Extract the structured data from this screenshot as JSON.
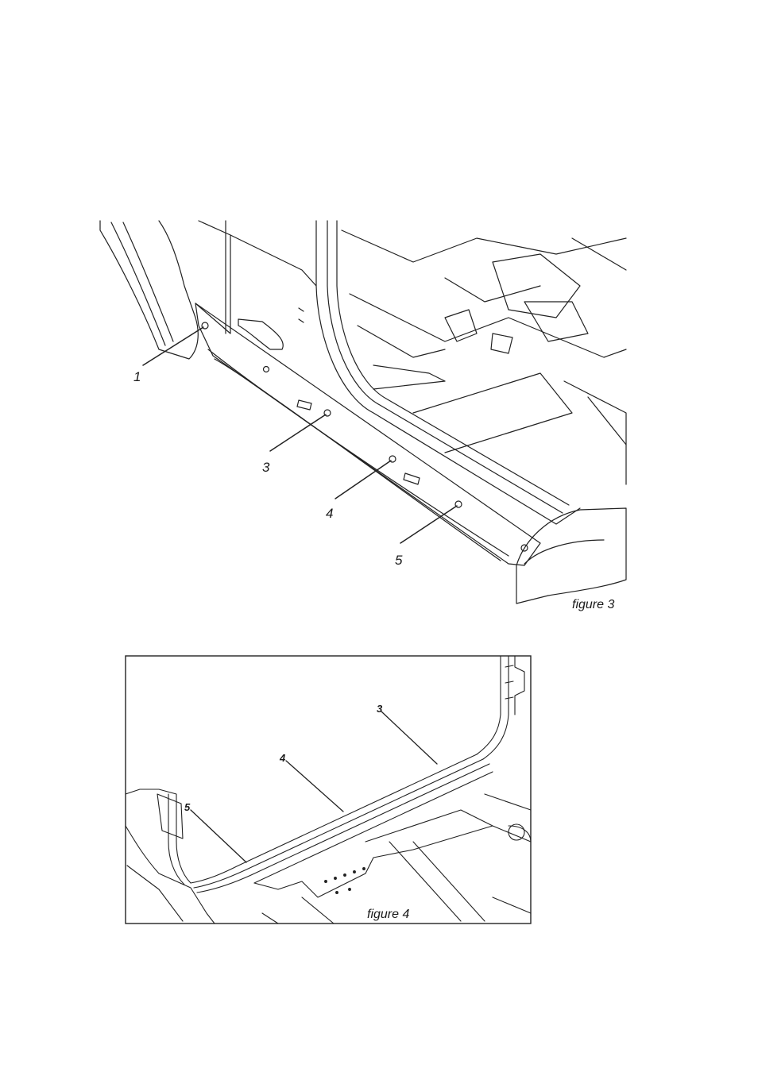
{
  "figure3": {
    "caption": "figure 3",
    "callouts": [
      "1",
      "3",
      "4",
      "5"
    ]
  },
  "figure4": {
    "caption": "figure 4",
    "callouts": [
      "3",
      "4",
      "5"
    ]
  }
}
